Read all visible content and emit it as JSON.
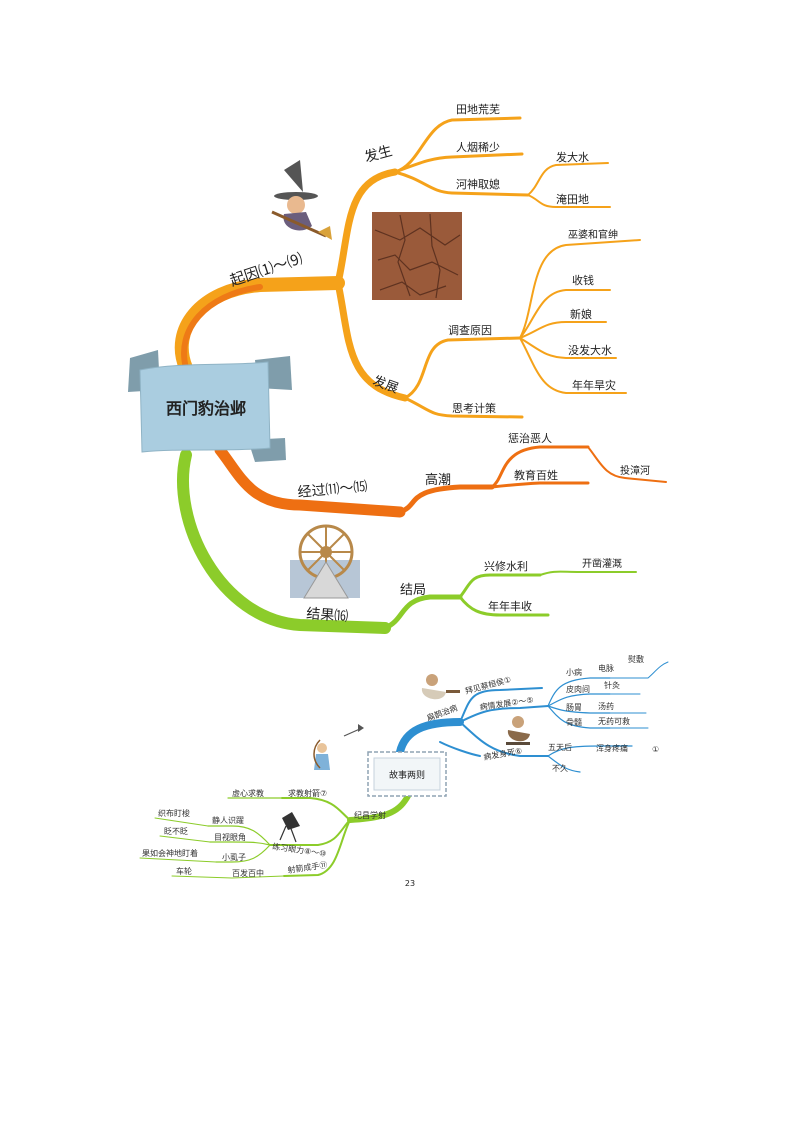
{
  "map1": {
    "center": "西门豹治邺",
    "cause": {
      "label": "起因⑴～⑼",
      "occur": {
        "label": "发生",
        "items": [
          "田地荒芜",
          "人烟稀少",
          "河神取媳"
        ],
        "sub": [
          "发大水",
          "淹田地"
        ]
      },
      "develop": {
        "label": "发展",
        "investigate": "调查原因",
        "reasons": [
          "巫婆和官绅",
          "收钱",
          "新娘",
          "没发大水",
          "年年旱灾"
        ],
        "plan": "思考计策"
      }
    },
    "process": {
      "label": "经过⑾～⒂",
      "climax": "高潮",
      "items": [
        "惩治恶人",
        "教育百姓"
      ],
      "sub": "投漳河"
    },
    "result": {
      "label": "结果⒃",
      "ending": "结局",
      "items": [
        "兴修水利",
        "年年丰收"
      ],
      "sub": "开凿灌溉"
    }
  },
  "map2": {
    "center": "故事两则",
    "right": {
      "label": "扁鹊治病",
      "b1": "拜见蔡桓侯①",
      "b2": "病情发展②～⑤",
      "b3": "病发身死⑥",
      "col1": [
        "小病",
        "皮肉间",
        "肠胃",
        "骨髓"
      ],
      "col2": [
        "电脉",
        "针灸",
        "汤药",
        "无药可救"
      ],
      "top": "熨敷",
      "b3a": "五天后",
      "b3b": "不久",
      "b3c": "浑身疼痛",
      "mark": "①"
    },
    "left": {
      "label": "纪昌学射",
      "b1": "求教射箭⑦",
      "b1a": "虚心求教",
      "b2": "练习眼力⑧～⑩",
      "b2a": "静人识躍",
      "b2b": "目视眼角",
      "b2c": "小虱子",
      "b2d": "车轮",
      "b2e": "织布盯梭",
      "b2f": "眨不眨",
      "b2g": "果如会神地盯着",
      "b3": "射箭成手⑪",
      "b3a": "百发百中"
    },
    "page_no": "23"
  },
  "colors": {
    "orange": "#f5a21a",
    "deep_orange": "#ee6f12",
    "green": "#8ccc2a",
    "blue": "#2e8fd1",
    "card": "#aacde0"
  }
}
